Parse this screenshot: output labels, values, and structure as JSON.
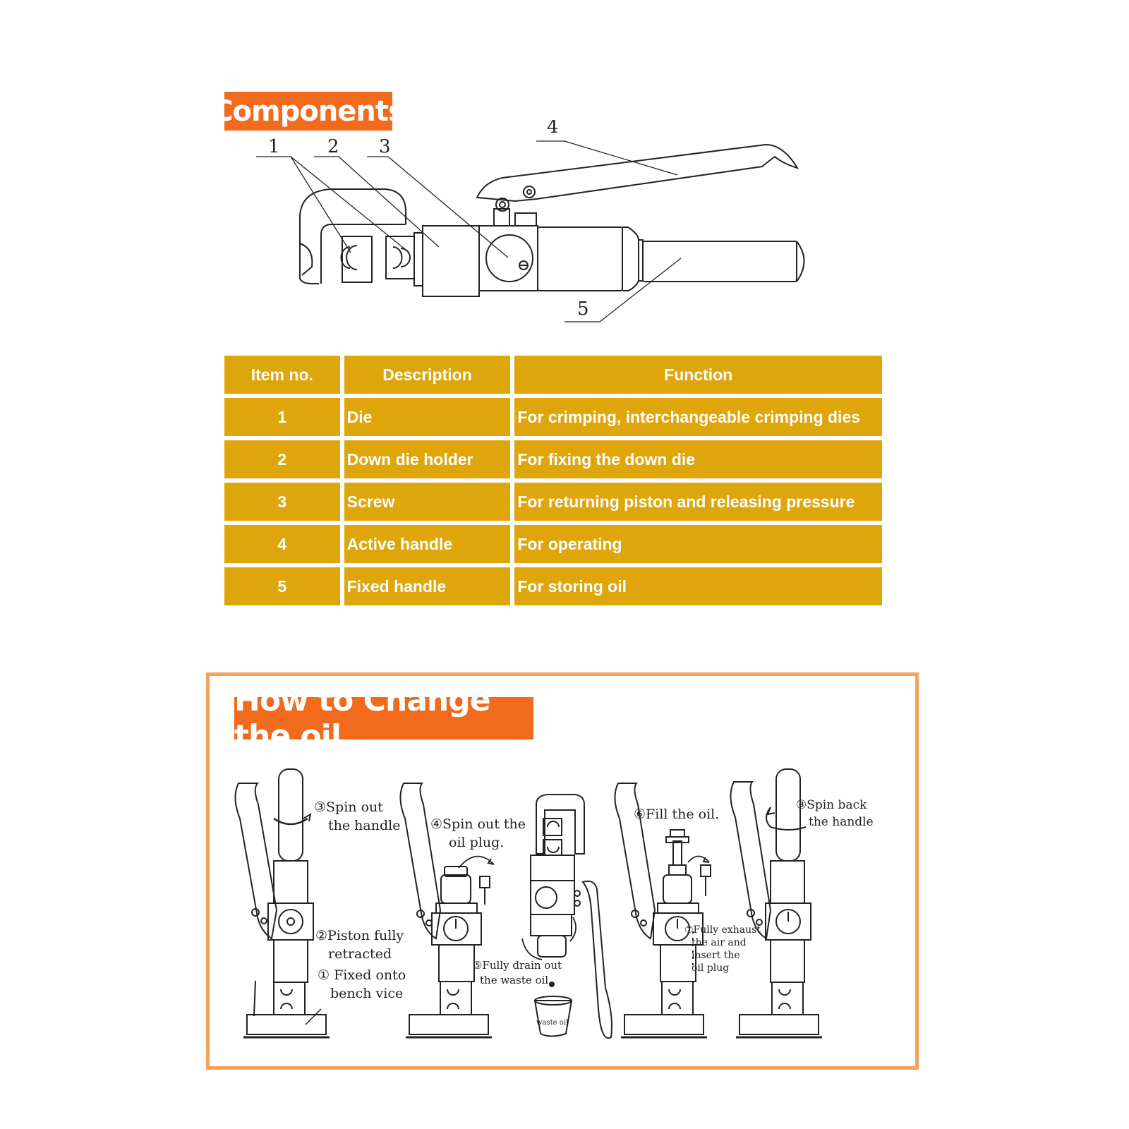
{
  "components": {
    "heading": "Components",
    "callouts": [
      "1",
      "2",
      "3",
      "4",
      "5"
    ]
  },
  "table": {
    "headers": [
      "Item no.",
      "Description",
      "Function"
    ],
    "rows": [
      {
        "item": "1",
        "description": "Die",
        "function": "For crimping, interchangeable crimping dies"
      },
      {
        "item": "2",
        "description": "Down die holder",
        "function": "For fixing the down die"
      },
      {
        "item": "3",
        "description": "Screw",
        "function": "For returning piston and releasing pressure"
      },
      {
        "item": "4",
        "description": "Active handle",
        "function": "For operating"
      },
      {
        "item": "5",
        "description": "Fixed handle",
        "function": "For storing oil"
      }
    ]
  },
  "oil_change": {
    "heading": "How to Change the oil",
    "steps": {
      "s1": [
        "① Fixed onto",
        "bench vice"
      ],
      "s2": [
        "②Piston fully",
        "retracted"
      ],
      "s3": [
        "③Spin out",
        "the handle"
      ],
      "s4": [
        "④Spin out the",
        "oil plug."
      ],
      "s5": [
        "⑤Fully drain out",
        "the waste oil."
      ],
      "s6": [
        "⑥Fill the oil."
      ],
      "s7": [
        "⑦Fully exhaust",
        "the air and",
        "insert the",
        "oil plug"
      ],
      "s8": [
        "⑧Spin back",
        "the handle"
      ]
    },
    "waste_label": "waste oil"
  },
  "colors": {
    "badge": "#f26a1b",
    "table_cell": "#dfa60b",
    "frame": "#f4a15a",
    "line": "#222222"
  }
}
